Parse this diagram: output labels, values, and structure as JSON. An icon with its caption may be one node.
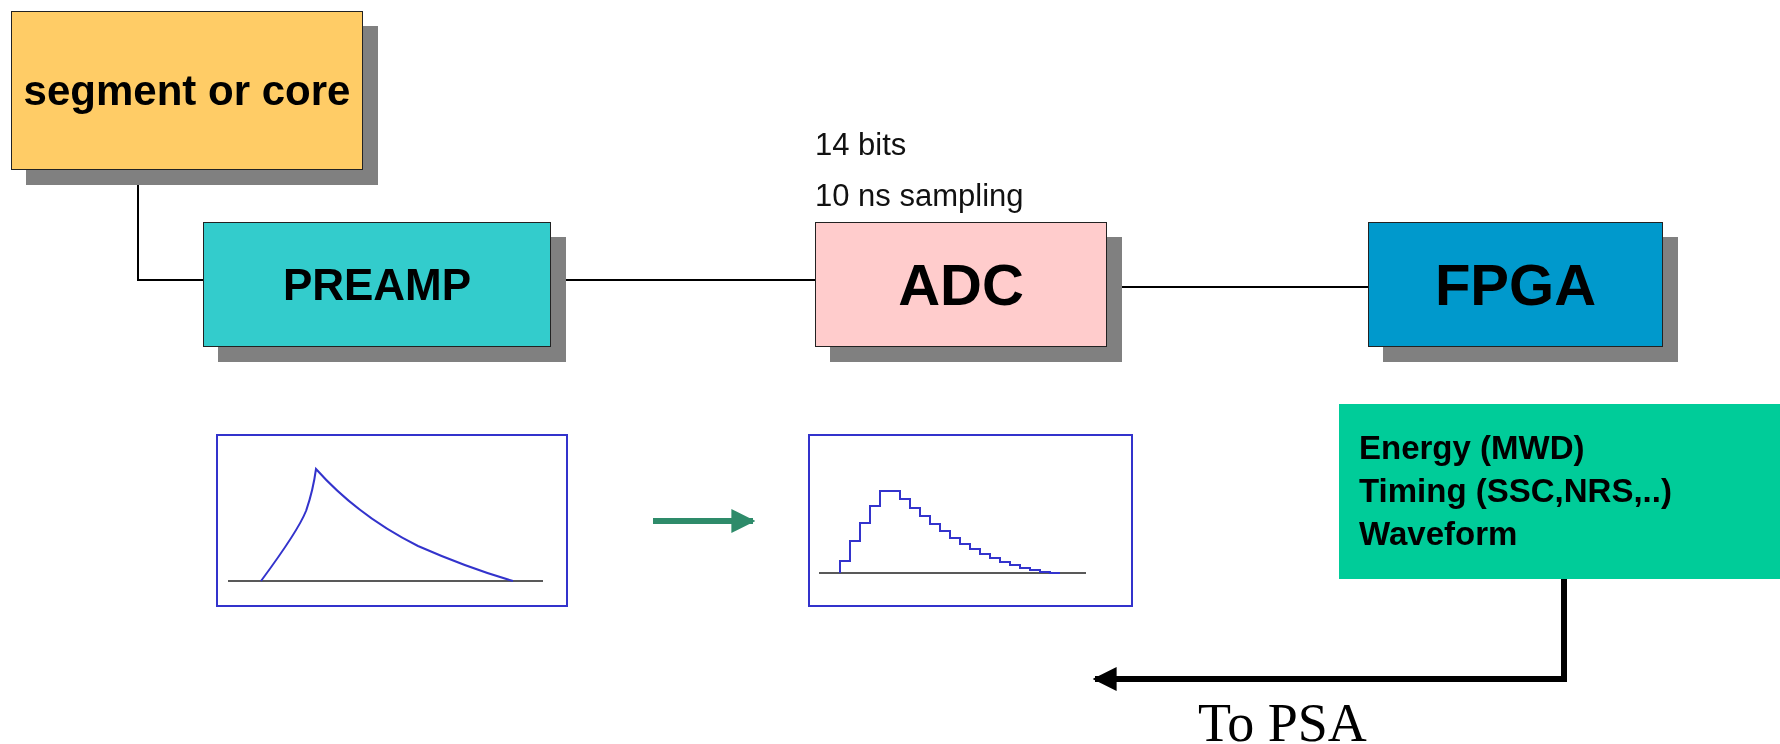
{
  "diagram": {
    "nodes": [
      {
        "text": [
          "segment or core"
        ]
      },
      {
        "text": [
          "PREAMP"
        ]
      },
      {
        "text": [
          "ADC"
        ],
        "beside": [
          "14 bits",
          "10 ns sampling"
        ]
      },
      {
        "text": [
          "FPGA"
        ]
      },
      {
        "text": [
          "Energy (MWD)",
          "Timing (SSC,NRS,..)",
          "Waveform"
        ]
      },
      {
        "text": [],
        "shape": "picture"
      },
      {
        "text": [],
        "shape": "picture"
      }
    ],
    "edges": [
      {
        "from": 0,
        "to": 1,
        "arrow": "none"
      },
      {
        "from": 1,
        "to": 2,
        "arrow": "none"
      },
      {
        "from": 2,
        "to": 3,
        "arrow": "none"
      },
      {
        "from": 5,
        "to": 6,
        "arrow": "to",
        "style": "thick",
        "color": "#2e8b6a"
      },
      {
        "from": 4,
        "to": null,
        "arrow": "to",
        "style": "thick",
        "label": "To PSA"
      }
    ]
  }
}
